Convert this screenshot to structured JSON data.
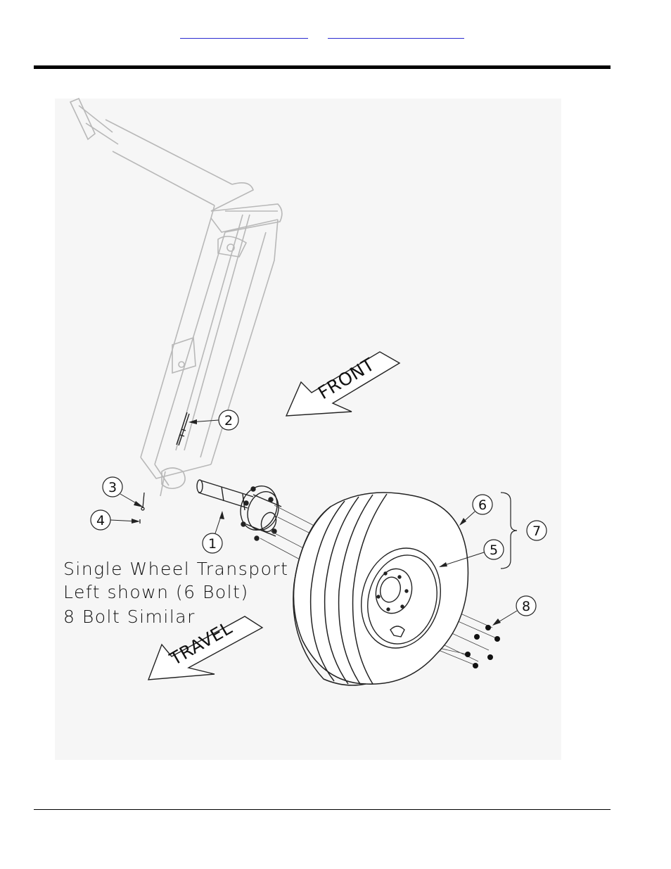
{
  "header": {
    "links": [
      "",
      ""
    ]
  },
  "diagram": {
    "caption_lines": [
      "Single Wheel Transport",
      "Left shown (6 Bolt)",
      "8 Bolt Similar"
    ],
    "direction_arrows": {
      "front": "FRONT",
      "travel": "TRAVEL"
    },
    "callouts": [
      "1",
      "2",
      "3",
      "4",
      "5",
      "6",
      "7",
      "8"
    ]
  }
}
